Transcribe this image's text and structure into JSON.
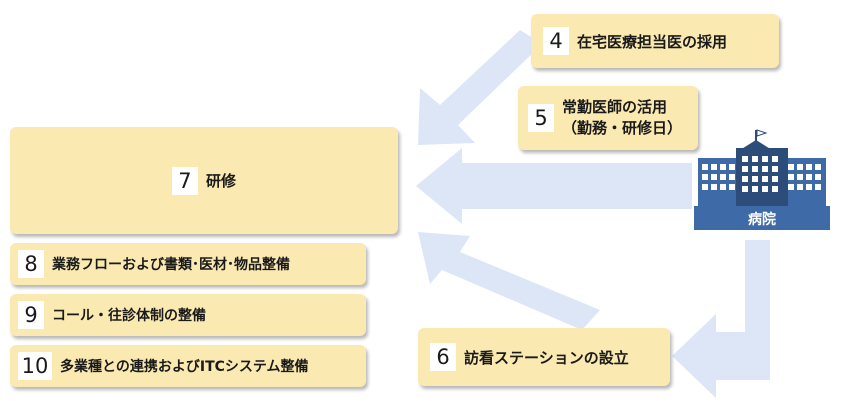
{
  "boxes": {
    "b4": {
      "num": "4",
      "label": "在宅医療担当医の採用"
    },
    "b5": {
      "num": "5",
      "line1": "常勤医師の活用",
      "line2": "（勤務・研修日）"
    },
    "b7": {
      "num": "7",
      "label": "研修"
    },
    "b8": {
      "num": "8",
      "label": "業務フローおよび書類･医材･物品整備"
    },
    "b9": {
      "num": "9",
      "label": "コール・往診体制の整備"
    },
    "b10": {
      "num": "10",
      "label": "多業種との連携およびITCシステム整備"
    },
    "b6": {
      "num": "6",
      "label": "訪看ステーションの設立"
    }
  },
  "hospital": {
    "label": "病院",
    "icon": "hospital-building-icon"
  },
  "colors": {
    "box_fill": "#fae9b0",
    "arrow_fill": "#dce6f7",
    "building_dark": "#2c4d7a",
    "building_mid": "#3f6aa8"
  }
}
